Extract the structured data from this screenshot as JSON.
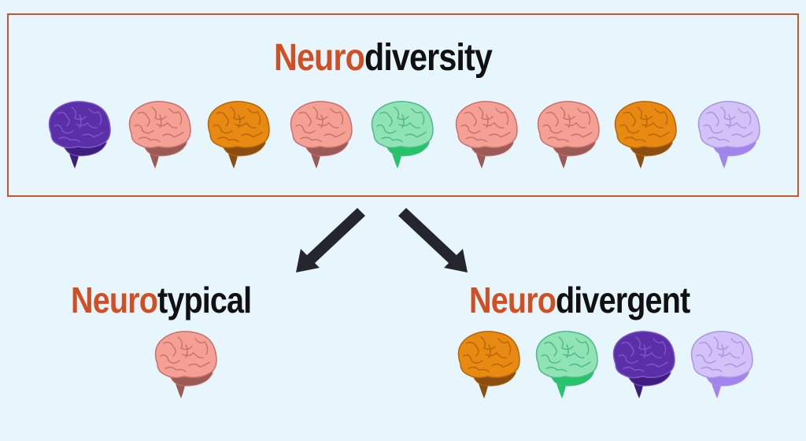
{
  "diagram": {
    "root": {
      "title_prefix": "Neuro",
      "title_suffix": "diversity",
      "brains": [
        {
          "name": "purple",
          "main": "#5b2fa8",
          "dark": "#3e1d7d",
          "line": "#7e56c9"
        },
        {
          "name": "pink",
          "main": "#f4a094",
          "dark": "#9a5a55",
          "line": "#c8706a"
        },
        {
          "name": "orange",
          "main": "#e88a12",
          "dark": "#8a4e10",
          "line": "#b56608"
        },
        {
          "name": "pink",
          "main": "#f4a094",
          "dark": "#9a5a55",
          "line": "#c8706a"
        },
        {
          "name": "green",
          "main": "#8fe3b4",
          "dark": "#26c46a",
          "line": "#4fb88a"
        },
        {
          "name": "pink",
          "main": "#f4a094",
          "dark": "#9a5a55",
          "line": "#c8706a"
        },
        {
          "name": "pink",
          "main": "#f4a094",
          "dark": "#9a5a55",
          "line": "#c8706a"
        },
        {
          "name": "orange",
          "main": "#e88a12",
          "dark": "#8a4e10",
          "line": "#b56608"
        },
        {
          "name": "lavender",
          "main": "#d2c2f7",
          "dark": "#a284ee",
          "line": "#a995df"
        }
      ]
    },
    "left_branch": {
      "title_prefix": "Neuro",
      "title_suffix": "typical",
      "brains": [
        {
          "name": "pink",
          "main": "#f4a094",
          "dark": "#9a5a55",
          "line": "#c8706a"
        }
      ]
    },
    "right_branch": {
      "title_prefix": "Neuro",
      "title_suffix": "divergent",
      "brains": [
        {
          "name": "orange",
          "main": "#e88a12",
          "dark": "#8a4e10",
          "line": "#b56608"
        },
        {
          "name": "green",
          "main": "#8fe3b4",
          "dark": "#26c46a",
          "line": "#4fb88a"
        },
        {
          "name": "purple",
          "main": "#5b2fa8",
          "dark": "#3e1d7d",
          "line": "#7e56c9"
        },
        {
          "name": "lavender",
          "main": "#d2c2f7",
          "dark": "#a284ee",
          "line": "#a995df"
        }
      ]
    },
    "colors": {
      "background": "#e6f6fc",
      "frame_border": "#c8552b",
      "accent_text": "#d24f24",
      "dark_text": "#111111",
      "arrow": "#25252d"
    }
  }
}
